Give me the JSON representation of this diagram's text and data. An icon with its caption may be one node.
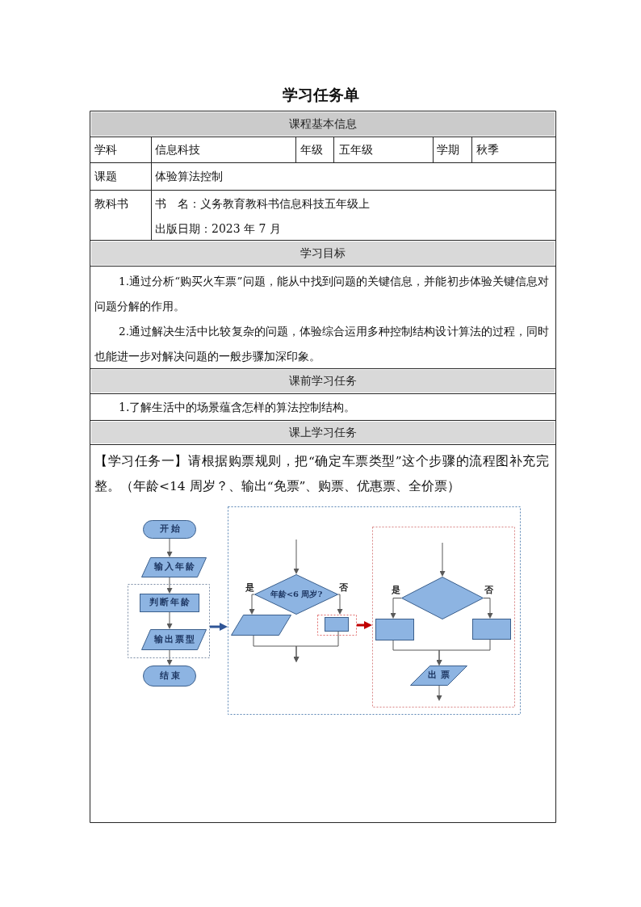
{
  "diagram": {
    "title": "学习任务单",
    "nodes": [
      {
        "text": [
          "开始"
        ]
      },
      {
        "text": [
          "输入年龄"
        ]
      },
      {
        "text": [],
        "shape": "box"
      },
      {
        "text": [
          "判断年龄"
        ],
        "in": 2
      },
      {
        "text": [
          "输出票型"
        ],
        "in": 2
      },
      {
        "text": [
          "结束"
        ]
      },
      {
        "text": [],
        "shape": "box"
      },
      {
        "text": [
          "年龄<6 周岁?"
        ],
        "in": 6
      },
      {
        "text": [],
        "shape": "parallelogram",
        "in": 6
      },
      {
        "text": [],
        "shape": "box",
        "in": 6
      },
      {
        "text": [],
        "shape": "box",
        "in": 9
      },
      {
        "text": [],
        "shape": "box",
        "in": 6
      },
      {
        "text": [],
        "shape": "diamond",
        "in": 11
      },
      {
        "text": [],
        "shape": "box",
        "in": 11
      },
      {
        "text": [],
        "shape": "box",
        "in": 11
      },
      {
        "text": [
          "出票"
        ],
        "in": 11
      }
    ],
    "edges": [
      {
        "from": 0,
        "to": 1,
        "arrow": "to"
      },
      {
        "from": 1,
        "to": 3,
        "arrow": "to"
      },
      {
        "from": 3,
        "to": 4,
        "arrow": "to"
      },
      {
        "from": 4,
        "to": 5,
        "arrow": "to"
      },
      {
        "from": 2,
        "to": 6,
        "arrow": "to",
        "style": "thick",
        "color": "#2f5597"
      },
      {
        "from": null,
        "to": 7,
        "arrow": "to"
      },
      {
        "from": 7,
        "to": 8,
        "arrow": "to",
        "label": "是"
      },
      {
        "from": 7,
        "to": 9,
        "arrow": "to",
        "label": "否"
      },
      {
        "from": 8,
        "to": null,
        "arrow": "to"
      },
      {
        "from": 10,
        "to": null,
        "arrow": "to"
      },
      {
        "from": 9,
        "to": 11,
        "arrow": "to",
        "style": "thick",
        "color": "#c00000"
      },
      {
        "from": null,
        "to": 12,
        "arrow": "to"
      },
      {
        "from": 12,
        "to": 13,
        "arrow": "to",
        "label": "是"
      },
      {
        "from": 12,
        "to": 14,
        "arrow": "to",
        "label": "否"
      },
      {
        "from": 13,
        "to": 15,
        "arrow": "to"
      },
      {
        "from": 14,
        "to": 15,
        "arrow": "to"
      },
      {
        "from": 15,
        "to": null,
        "arrow": "to"
      }
    ],
    "labels": [
      "课程基本信息",
      "学科",
      "信息科技",
      "年级",
      "五年级",
      "学期",
      "秋季",
      "课题",
      "体验算法控制",
      "教科书",
      "书　名：义务教育教科书信息科技五年级上",
      "出版日期：2023 年 7 月",
      "学习目标",
      "1.通过分析“购买火车票”问题，能从中找到问题的关键信息，并能初步体验关键信息对问题分解的作用。",
      "2.通过解决生活中比较复杂的问题，体验综合运用多种控制结构设计算法的过程，同时也能进一步对解决问题的一般步骤加深印象。",
      "课前学习任务",
      "1.了解生活中的场景蕴含怎样的算法控制结构。",
      "课上学习任务",
      "【学习任务一】请根据购票规则，把“确定车票类型”这个步骤的流程图补充完整。（年龄<14 周岁？、输出“免票”、购票、优惠票、全价票）"
    ]
  }
}
